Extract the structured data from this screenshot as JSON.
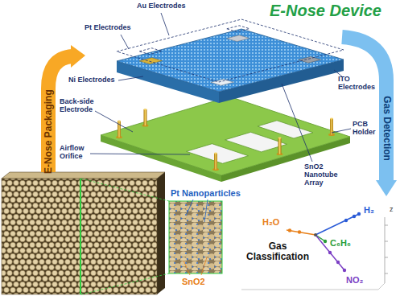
{
  "diagram": {
    "labels": [
      "E-Nose Device",
      "Au Electrodes",
      "Pt Electrodes",
      "E-Nose Packaging",
      "Gas Detection",
      "ITO Electrodes",
      "Ni Electrodes",
      "Back-side Electrode",
      "Airflow Orifice",
      "SnO2 Nanotube Array",
      "PCB Holder",
      "Pt Nanoparticles",
      "H₂",
      "z",
      "H₂O",
      "Gas Classification",
      "C₆H₆",
      "NO₂",
      "SnO2"
    ]
  }
}
